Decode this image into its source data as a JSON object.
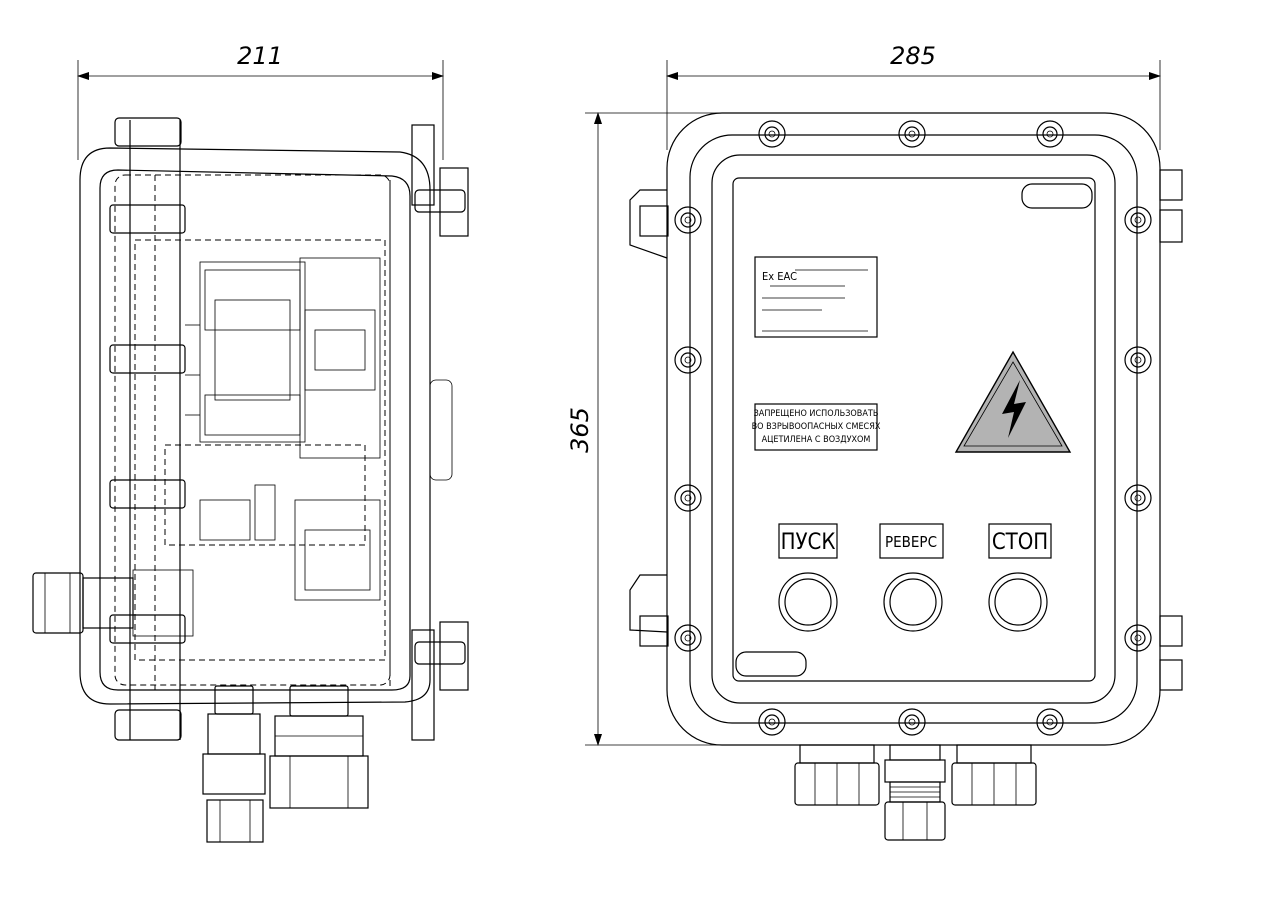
{
  "dimensions": {
    "side_depth": "211",
    "front_width": "285",
    "height": "365"
  },
  "nameplate": {
    "marking": "Ex EAC"
  },
  "warning_plate": {
    "lines": [
      "ЗАПРЕЩЕНО ИСПОЛЬЗОВАТЬ",
      "ВО ВЗРЫВООПАСНЫХ СМЕСЯХ",
      "АЦЕТИЛЕНА С ВОЗДУХОМ"
    ]
  },
  "buttons": [
    {
      "label": "ПУСК"
    },
    {
      "label": "РЕВЕРС"
    },
    {
      "label": "СТОП"
    }
  ],
  "colors": {
    "warning_triangle_fill": "#b3b3b3",
    "line": "#000000"
  },
  "icons": {
    "hazard": "high-voltage-icon"
  }
}
